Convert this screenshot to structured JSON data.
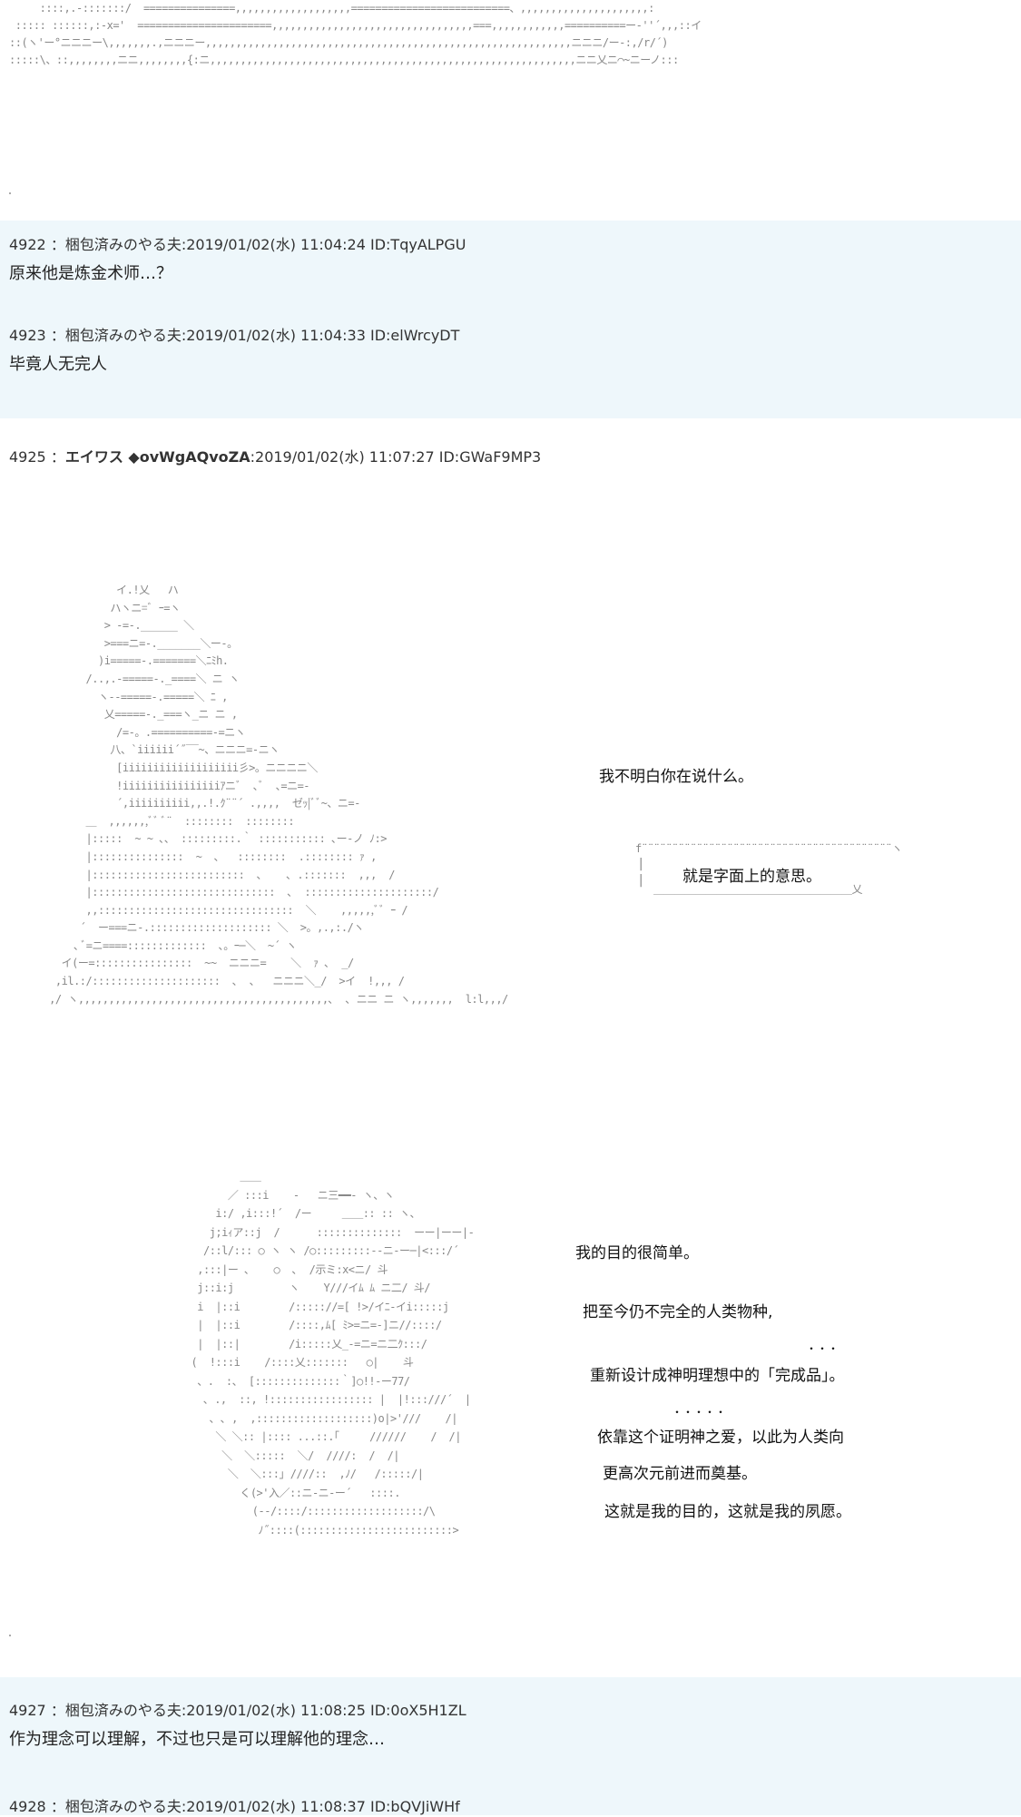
{
  "top_art": {
    "lines": [
      "     ::::,.-:::::::/  ===============,,,,,,,,,,,,,,,,,,,==========================、,,,,,,,,,,,,,,,,,,,,,:",
      " ::::: ::::::,:-x='  ======================,,,,,,,,,,,,,,,,,,,,,,,,,,,,,,,,,===,,,,,,,,,,,,==========ー‐''´,,,::イ",
      "::(ヽ'ー°ニニニー\\,,,,,,,.,ニニニー,,,,,,,,,,,,,,,,,,,,,,,,,,,,,,,,,,,,,,,,,,,,,,,,,,,,,,,,,,,,ニニニ/ー-:,/r/´)",
      ":::::\\、::,,,,,,,,ニニ,,,,,,,,{:ニ,,,,,,,,,,,,,,,,,,,,,,,,,,,,,,,,,,,,,,,,,,,,,,,,,,,,,,,,,,,,ニニ乂ニ⌒~ニーノ:::"
    ]
  },
  "posts": [
    {
      "number": "4922",
      "name": "梱包済みのやる夫",
      "timestamp": "2019/01/02(水) 11:04:24",
      "id": "ID:TqyALPGU",
      "body": "原来他是炼金术师…？"
    },
    {
      "number": "4923",
      "name": "梱包済みのやる夫",
      "timestamp": "2019/01/02(水) 11:04:33",
      "id": "ID:elWrcyDT",
      "body": "毕竟人无完人"
    },
    {
      "number": "4925",
      "name": "エイワス ◆ovWgAQvoZA",
      "timestamp": "2019/01/02(水) 11:07:27",
      "id": "ID:GWaF9MP3",
      "body": ""
    },
    {
      "number": "4927",
      "name": "梱包済みのやる夫",
      "timestamp": "2019/01/02(水) 11:08:25",
      "id": "ID:0oX5H1ZL",
      "body": "作为理念可以理解，不过也只是可以理解他的理念…"
    },
    {
      "number": "4928",
      "name": "梱包済みのやる夫",
      "timestamp": "2019/01/02(水) 11:08:37",
      "id": "ID:bQVJiWHf",
      "body": ""
    }
  ],
  "art1": {
    "lines": [
      "              イ.!乂   ハ",
      "             ハヽニ=ﾞ ｰ=ヽ",
      "            > -=-.______ ＼",
      "            >===ニ=-._______＼ー-。",
      "           )i=====-.=======＼ﾆﾐh.",
      "         /..,.-=====-._====＼ ニ ヽ",
      "           ヽ--=====-.=====＼ ﾆ ,",
      "            乂=====-._===ヽ_ニ ニ ,",
      "              /=-。.==========-=ニヽ",
      "             八、`iiiiii´˝‾‾~、ニニニ=-ニヽ",
      "              [iiiiiiiiiiiiiiiiiii彡>。ニニニニ＼",
      "              !iiiiiiiiiiiiiiiiｱニﾞ  ､ﾞ  ､=ニ=-",
      "              ´,iiiiiiiiii,,.!.ｸ¨¨´ .,,,,  ゼｯ|ﾞﾞ~、ニ=-",
      "         ＿  ,,,,,,,ﾞﾞ ﾞ¨  ::::::::  ::::::::",
      "         |:::::  ~ ~ ､、 :::::::::.｀ ::::::::::: ､ー-ノ ﾉ:>",
      "         |:::::::::::::::  ~  ､   ::::::::  .:::::::: ｧ ,",
      "         |:::::::::::::::::::::::::  ､    ､ .:::::::  ,,,  /",
      "         |::::::::::::::::::::::::::::::  ､  :::::::::::::::::::::/",
      "         ,,::::::::::::::::::::::::::::::::  ＼    ,,,,,,ﾞﾞ ｰ /",
      "        ´  ー===ニ-.:::::::::::::::::::: ＼  >。,.,:./ヽ",
      "       ､ ﾞ=ニ====:::::::::::::  ､。ｰ─＼  ~´ ヽ",
      "     イ(ー=::::::::::::::::  ~~  ニニニ=    ＼  ｧ ､  _/",
      "    ,il.:/:::::::::::::::::::::  ､  ､   ニニニ＼_/  >イ  !,,, /",
      "   ,/ ヽ,,,,,,,,,,,,,,,,,,,,,,,,,,,,,,,,,,,,,,,,,､  ､ ニニ ニ ヽ,,,,,,,  l:l,,,/"
    ]
  },
  "dialogue1": [
    "我不明白你在说什么。",
    "就是字面上的意思。"
  ],
  "bubble": {
    "left": "f¨¨¨¨¨¨¨¨¨¨¨¨¨¨¨¨¨¨¨¨¨¨¨¨¨¨¨¨¨¨¨¨¨¨¨¨¨¨¨¨¨ヽ",
    "right": "＿＿＿＿＿＿＿＿＿＿＿＿＿＿＿＿＿＿＿乂"
  },
  "art2": {
    "lines": [
      "                 ＿＿",
      "               ／ :::i    -   ニ三━━- ヽ、ヽ",
      "             i:/ ,i:::!´  /ー     ＿＿:: :: ヽ、",
      "            j;iｨア::j  /      ::::::::::::::  ーー|ーー|-",
      "           /::l/::: ○ ヽ ヽ /○:::::::::--ニ-ー─|<:::/´",
      "          ,:::|ー ､    ○  ､  /示ミ:x<ニ/ 斗",
      "          j::i:j         ヽ    Y///イﾑ ﾑ ニ二/ 斗/",
      "          i  |::i        /::::://=[ !>/イﾆ-イi:::::j",
      "          |  |::i        /::::,ﾑ[ ﾐ>=ニ=-]ニ//::::/",
      "          |  |::|        /i:::::乂_-=ニ=ニ二ｸ:::/",
      "         (  !:::i    /::::乂:::::::   ○|    斗",
      "          、.  :、 [::::::::::::::｀]○!!-ー77/",
      "           ､ .,  ::, !::::::::::::::::: |  |!:::///´  |",
      "            ､ ､ ,  ,:::::::::::::::::::)o|>'///    /|",
      "             ＼ ＼:: |:::: ...::.｢     //////    /  /|",
      "              ＼  ＼:::::  ＼/  ////:  /  /|",
      "               ＼  ＼:::｣ ////::  ,ﾉ/   /:::::/|",
      "                 く(>'入／::ニ-ニ-ー´   ::::.",
      "                   (‐-/::::/:::::::::::::::::::/\\",
      "                    ﾉ˝::::(:::::::::::::::::::::::::>"
    ]
  },
  "dialogue2": {
    "lines": [
      "我的目的很简单。",
      "把至今仍不完全的人类物种,",
      "重新设计成神明理想中的「完成品」。",
      "依靠这个证明神之爱，以此为人类向",
      "更高次元前进而奠基。",
      "这就是我的目的，这就是我的夙愿。"
    ],
    "dots1": "・・・",
    "dots2": "・・・・・"
  }
}
